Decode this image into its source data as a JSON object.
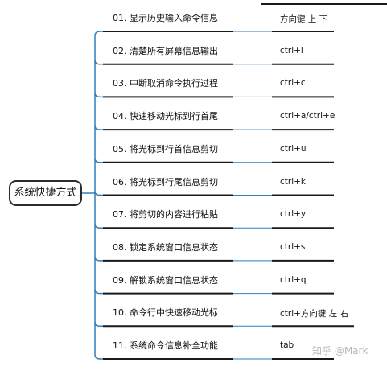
{
  "root": "系统快捷方式",
  "items": [
    {
      "label": "01. 显示历史输入命令信息",
      "key": "方向键 上 下"
    },
    {
      "label": "02. 清楚所有屏幕信息输出",
      "key": "ctrl+l"
    },
    {
      "label": "03. 中断取消命令执行过程",
      "key": "ctrl+c"
    },
    {
      "label": "04. 快速移动光标到行首尾",
      "key": "ctrl+a/ctrl+e"
    },
    {
      "label": "05. 将光标到行首信息剪切",
      "key": "ctrl+u"
    },
    {
      "label": "06. 将光标到行尾信息剪切",
      "key": "ctrl+k"
    },
    {
      "label": "07. 将剪切的内容进行粘贴",
      "key": "ctrl+y"
    },
    {
      "label": "08. 锁定系统窗口信息状态",
      "key": "ctrl+s"
    },
    {
      "label": "09. 解锁系统窗口信息状态",
      "key": "ctrl+q"
    },
    {
      "label": "10. 命令行中快速移动光标",
      "key": "ctrl+方向键 左 右"
    },
    {
      "label": "11. 系统命令信息补全功能",
      "key": "tab"
    }
  ],
  "watermark": "知乎 @Mark",
  "colors": {
    "line_dark": "#1a1a1a",
    "connector": "#2e7fbf"
  }
}
